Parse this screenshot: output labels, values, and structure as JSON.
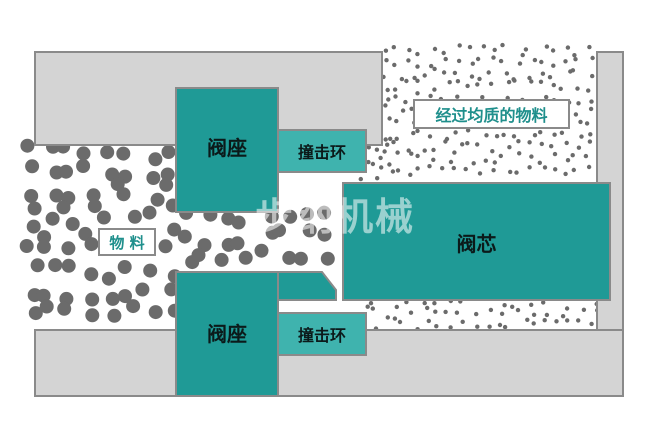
{
  "diagram": {
    "labels": {
      "valve_seat_top": "阀座",
      "valve_seat_bottom": "阀座",
      "impact_ring_top": "撞击环",
      "impact_ring_bottom": "撞击环",
      "valve_core": "阀芯",
      "material": "物 料",
      "homogenized_material": "经过均质的物料"
    },
    "watermark": "步纳机械",
    "colors": {
      "teal": "#1f9a96",
      "light_teal": "#3fb3ae",
      "gray_block": "#d4d4d4",
      "gray_border": "#8a8a8a",
      "particle": "#6b6b6b",
      "background": "#ffffff"
    }
  }
}
